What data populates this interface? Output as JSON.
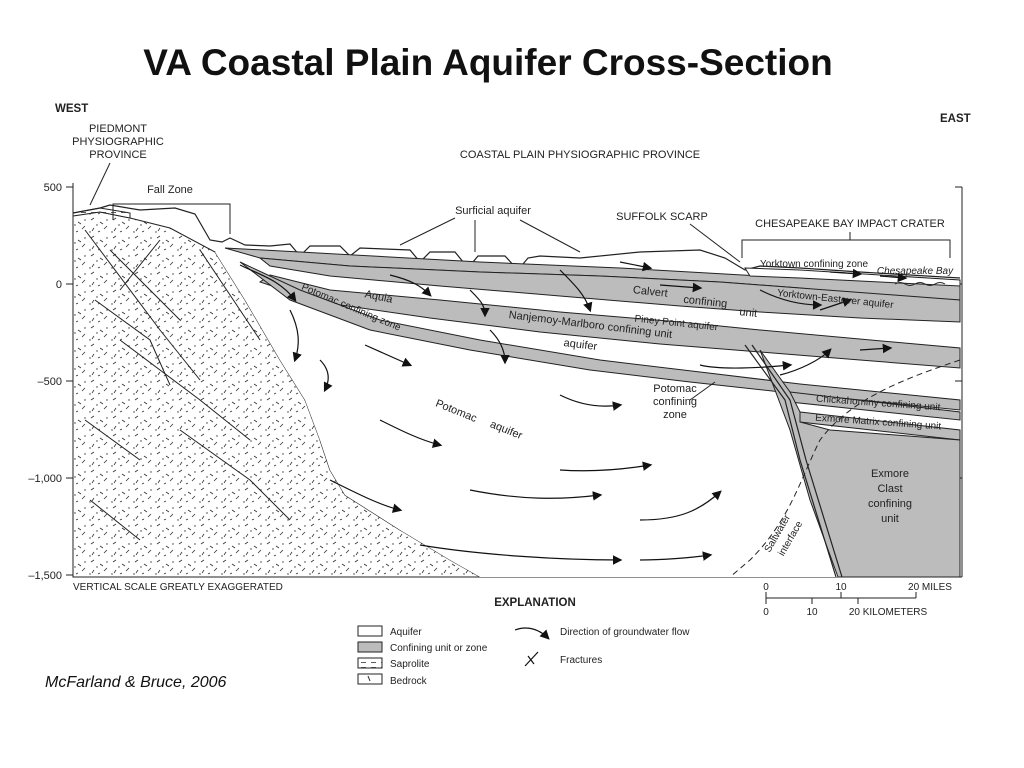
{
  "title": "VA Coastal Plain Aquifer Cross-Section",
  "citation": "McFarland & Bruce, 2006",
  "diagram": {
    "direction_west": "WEST",
    "direction_east": "EAST",
    "piedmont_label": [
      "PIEDMONT",
      "PHYSIOGRAPHIC",
      "PROVINCE"
    ],
    "coastal_plain_label": "COASTAL PLAIN PHYSIOGRAPHIC PROVINCE",
    "fall_zone": "Fall Zone",
    "surficial_aquifer": "Surficial aquifer",
    "suffolk_scarp": "SUFFOLK SCARP",
    "impact_crater": "CHESAPEAKE BAY IMPACT CRATER",
    "yorktown_confining_zone": "Yorktown confining zone",
    "chesapeake_bay": "Chesapeake Bay",
    "yorktown_eastover": "Yorktown-Eastover aquifer",
    "calvert": [
      "Calvert",
      "confining",
      "unit"
    ],
    "piney_point": "Piney Point aquifer",
    "nanjemoy": "Nanjemoy-Marlboro confining unit",
    "aquia": [
      "Aquia",
      "aquifer"
    ],
    "potomac_confining_zone_upper": "Potomac confining zone",
    "potomac_confining_zone": [
      "Potomac",
      "confining",
      "zone"
    ],
    "potomac_aquifer": [
      "Potomac",
      "aquifer"
    ],
    "chickahominy": "Chickahominy confining unit",
    "exmore_matrix": "Exmore Matrix confining unit",
    "exmore_clast": [
      "Exmore",
      "Clast",
      "confining",
      "unit"
    ],
    "saltwater_interface": [
      "Saltwater",
      "interface"
    ],
    "vertical_scale_note": "VERTICAL SCALE GREATLY EXAGGERATED",
    "y_ticks": [
      "500",
      "0",
      "–500",
      "–1,000",
      "–1,500"
    ],
    "scale_bar": {
      "miles_ticks": [
        "0",
        "10",
        "20 MILES"
      ],
      "km_ticks": [
        "0",
        "10",
        "20 KILOMETERS"
      ]
    }
  },
  "legend": {
    "title": "EXPLANATION",
    "items": [
      "Aquifer",
      "Confining unit or zone",
      "Saprolite",
      "Bedrock"
    ],
    "flow": "Direction of groundwater flow",
    "fractures": "Fractures"
  }
}
